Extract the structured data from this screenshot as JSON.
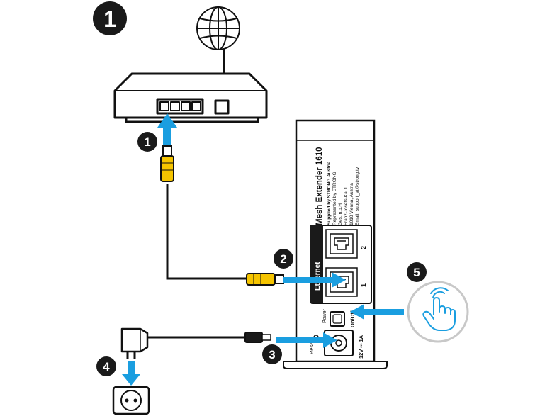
{
  "steps": {
    "main": "1",
    "router_cable": "1",
    "ethernet": "2",
    "power": "3",
    "socket": "4",
    "button": "5"
  },
  "device": {
    "title": "Mesh Extender 1610",
    "info_lines": [
      "Supplied by STRONG Austria",
      "Represented by STRONG",
      "Ges.m.b.H",
      "Franz-Josefs-Kai 1",
      "1010 Vienna, Austria",
      "Email: support_at@strong.tv"
    ],
    "ethernet_label": "Ethernet",
    "port_1": "1",
    "port_2": "2",
    "power_label": "Power",
    "onoff_label": "On/Off",
    "reset_label": "Reset",
    "dc_label": "12V ⎓ 1A"
  },
  "colors": {
    "arrow": "#1a9ee0",
    "cable_connector": "#f5c400",
    "outline": "#111111",
    "badge": "#1a1a1a"
  }
}
